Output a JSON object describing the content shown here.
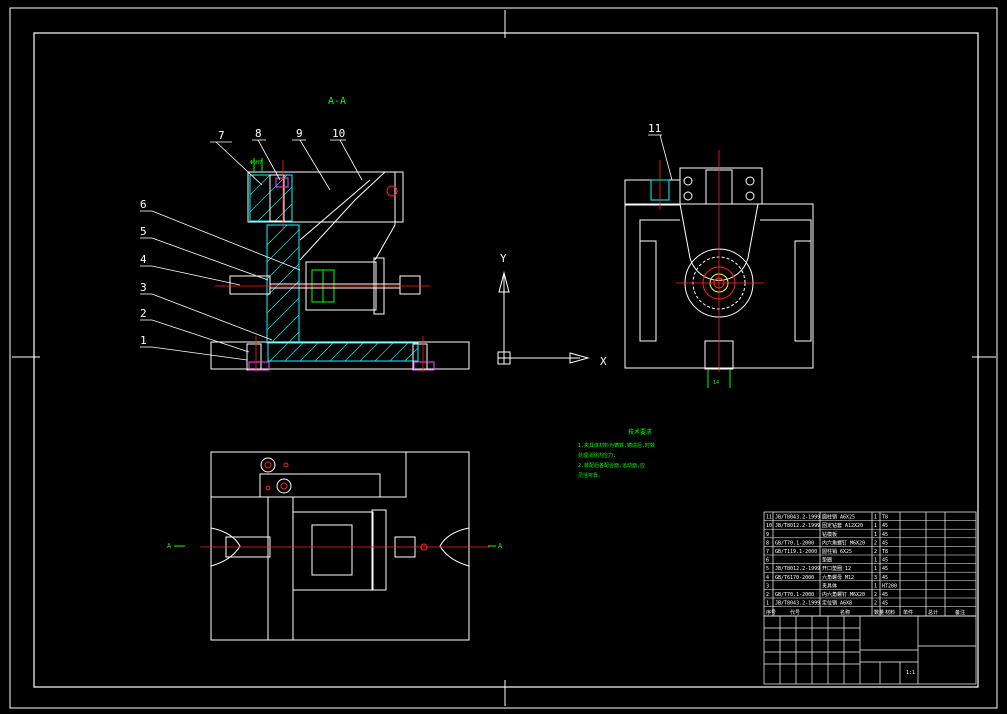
{
  "drawing": {
    "section_title": "A-A",
    "axis_x": "X",
    "axis_y": "Y",
    "section_mark_left": "A",
    "section_mark_right": "A",
    "callouts": [
      "1",
      "2",
      "3",
      "4",
      "5",
      "6",
      "7",
      "8",
      "9",
      "10",
      "11"
    ],
    "notes_title": "技术要求",
    "notes_lines": [
      "1.夹具体材料为铸铁,铸造后,时效",
      "  处理消除内应力;",
      "2.装配后各配合面,运动面,应",
      "  灵活可靠。"
    ],
    "bom_rows": [
      [
        "11",
        "JB/T8043.2-1999",
        "圆柱销 A6X25",
        "1",
        "T8"
      ],
      [
        "10",
        "JB/T8012.2-1999",
        "固定钻套 A12X20",
        "1",
        "45"
      ],
      [
        "9",
        "",
        "钻模板",
        "1",
        "45"
      ],
      [
        "8",
        "GB/T70.1-2000",
        "内六角螺钉 M6X20",
        "2",
        "45"
      ],
      [
        "7",
        "GB/T119.1-2000",
        "圆柱销 6X25",
        "2",
        "T8"
      ],
      [
        "6",
        "",
        "垫圈",
        "1",
        "45"
      ],
      [
        "5",
        "JB/T8012.2-1999",
        "开口垫圈 12",
        "1",
        "45"
      ],
      [
        "4",
        "GB/T6170-2000",
        "六角螺母 M12",
        "3",
        "45"
      ],
      [
        "3",
        "",
        "夹具体",
        "1",
        "HT200"
      ],
      [
        "2",
        "GB/T70.1-2000",
        "内六角螺钉 M6X20",
        "2",
        "45"
      ],
      [
        "1",
        "JB/T8043.2-1999",
        "定位销 A6X8",
        "2",
        "45"
      ]
    ],
    "bom_header": [
      "序号",
      "代号",
      "名称",
      "数量",
      "材料",
      "单件",
      "总计",
      "备注"
    ],
    "title_block_scale": "1:1"
  }
}
